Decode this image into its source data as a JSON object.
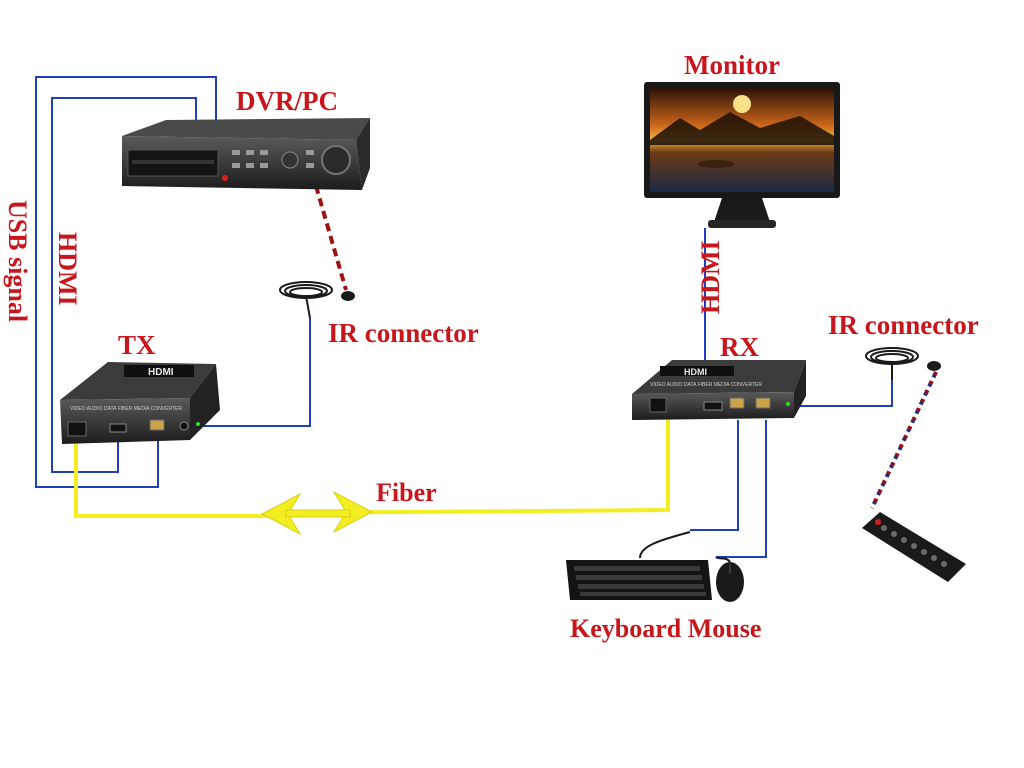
{
  "labels": {
    "dvr": "DVR/PC",
    "monitor": "Monitor",
    "tx": "TX",
    "rx": "RX",
    "ir_left": "IR connector",
    "ir_right": "IR connector",
    "fiber": "Fiber",
    "kbm": "Keyboard Mouse",
    "usb": "USB signal",
    "hdmi_left": "HDMI",
    "hdmi_right": "HDMI"
  },
  "device_text": {
    "tx_logo": "HDMI",
    "rx_logo": "HDMI",
    "tx_caption": "VIDEO AUDIO DATA FIBER MEDIA CONVERTER",
    "rx_caption": "VIDEO AUDIO DATA FIBER MEDIA CONVERTER"
  },
  "colors": {
    "label_red": "#c8161d",
    "signal_blue": "#1f3fbf",
    "fiber_yellow": "#f2ee22",
    "ir_dash_red": "#a01010"
  }
}
